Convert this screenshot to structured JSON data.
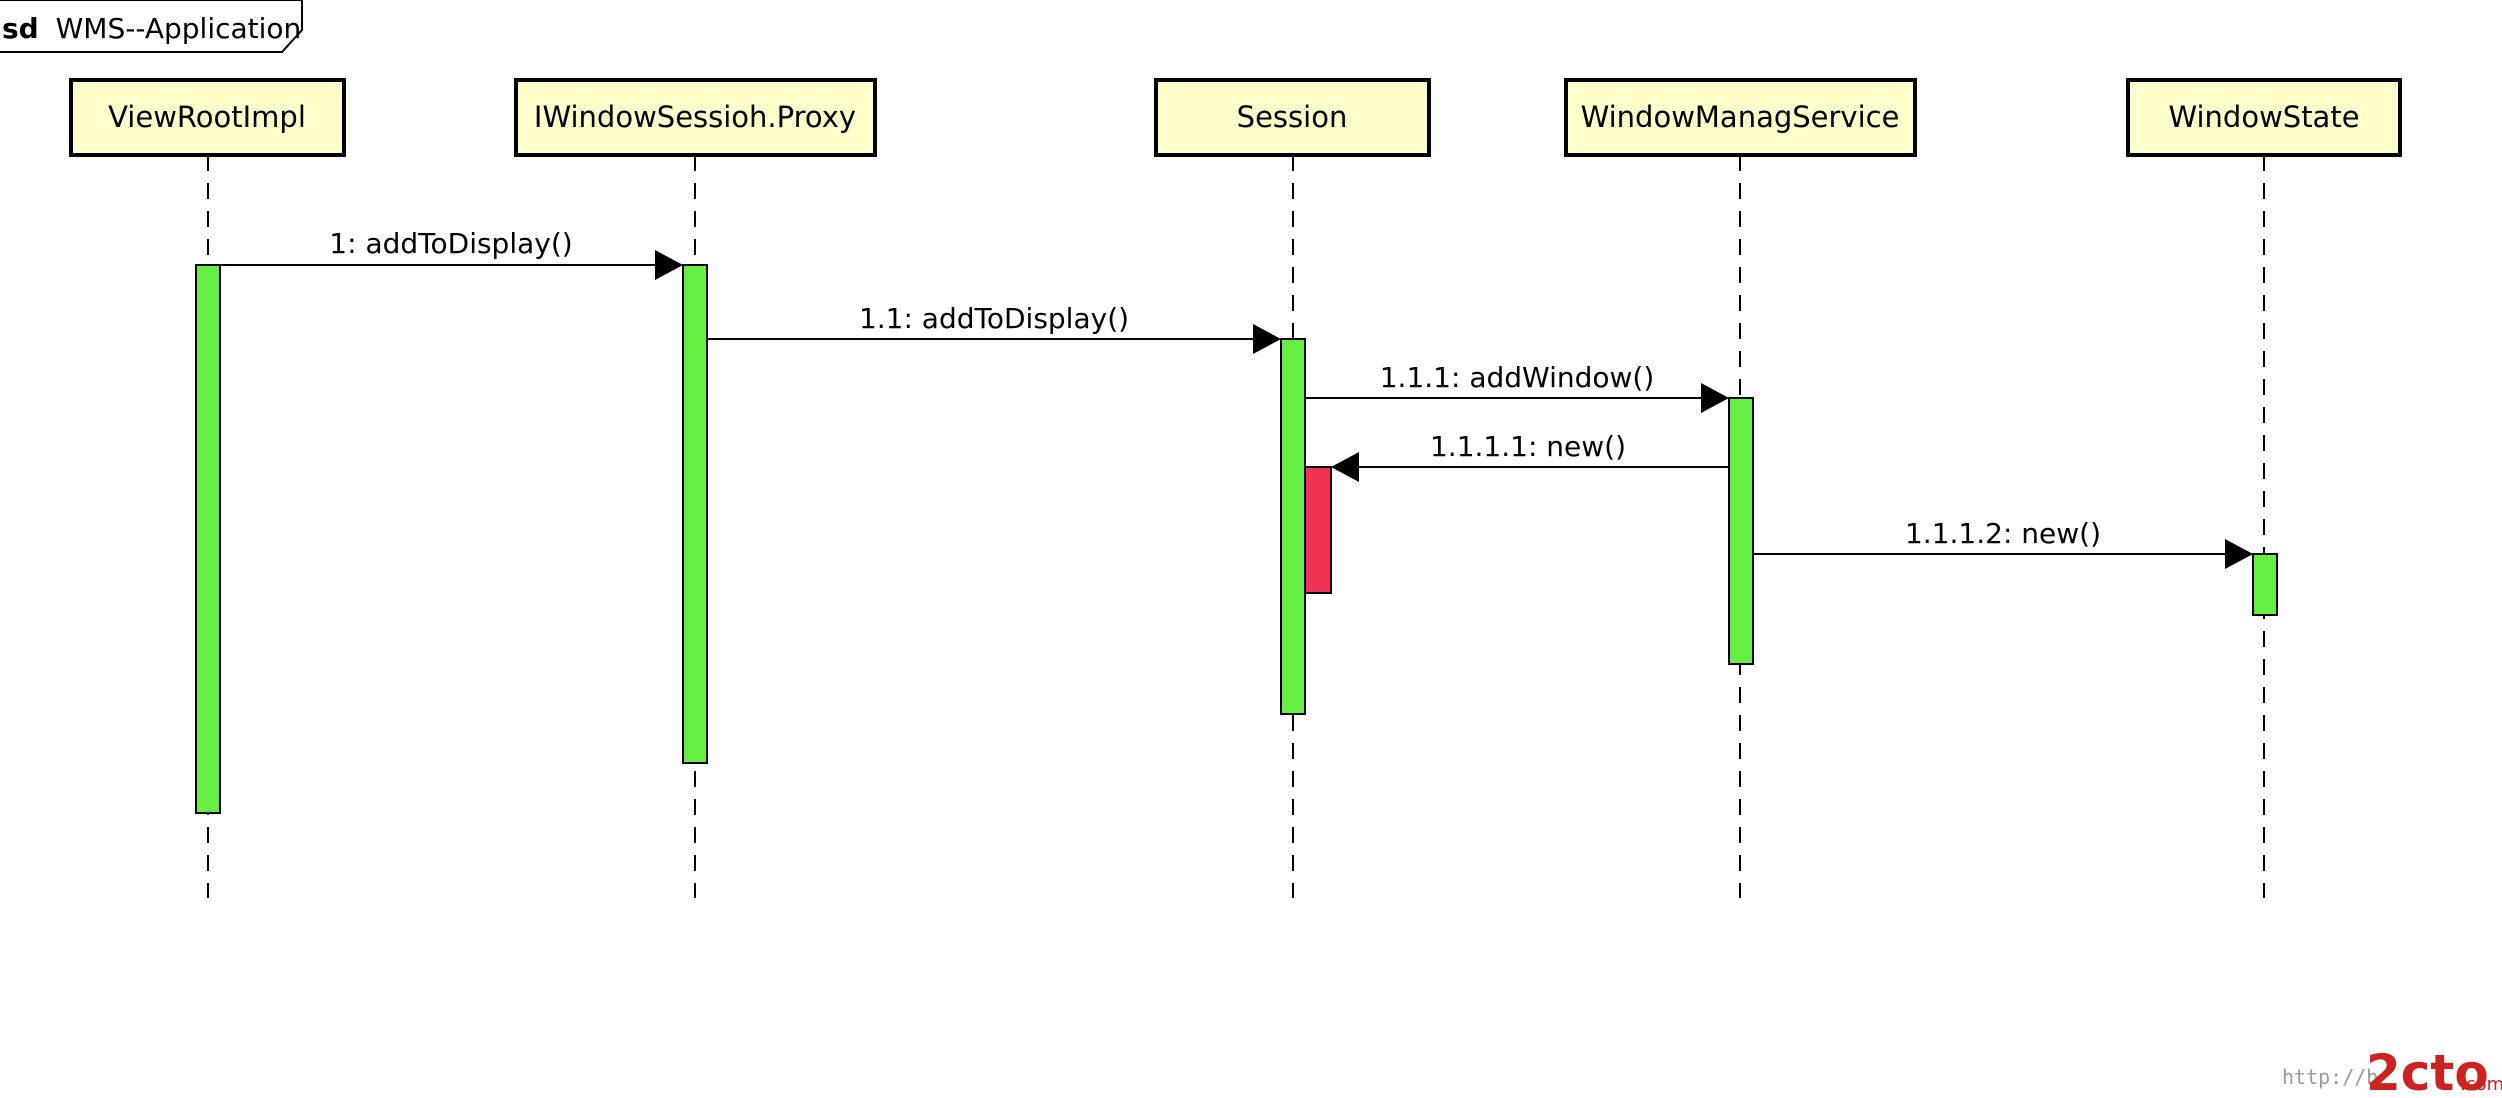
{
  "frame": {
    "keyword": "sd",
    "title": "WMS--Application"
  },
  "lifelines": [
    {
      "id": "viewrootimpl",
      "label": "ViewRootImpl"
    },
    {
      "id": "iwindowsession-proxy",
      "label": "IWindowSessioh.Proxy"
    },
    {
      "id": "session",
      "label": "Session"
    },
    {
      "id": "windowmanagservice",
      "label": "WindowManagService"
    },
    {
      "id": "windowstate",
      "label": "WindowState"
    }
  ],
  "messages": [
    {
      "label": "1: addToDisplay()"
    },
    {
      "label": "1.1: addToDisplay()"
    },
    {
      "label": "1.1.1: addWindow()"
    },
    {
      "label": "1.1.1.1: new()"
    },
    {
      "label": "1.1.1.2: new()"
    }
  ],
  "colors": {
    "lifeline_box_fill": "#ffffcc",
    "activation_fill": "#66ee44",
    "nested_activation_fill": "#ee3355",
    "line": "#000000"
  },
  "watermark": {
    "url": "http://b",
    "logo": "2cto",
    "suffix": ".com"
  }
}
